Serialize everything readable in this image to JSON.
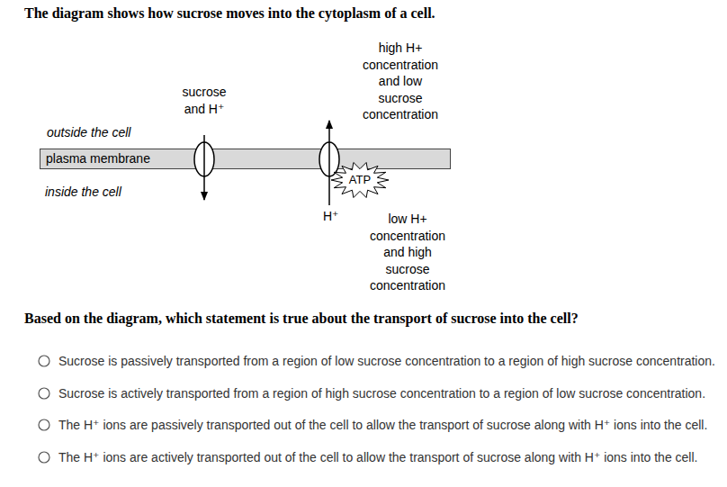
{
  "diagram": {
    "title": "The diagram shows how sucrose moves into the cytoplasm of a cell.",
    "nodes": [
      {
        "text": [
          "plasma membrane"
        ]
      },
      {
        "text": [
          "ATP"
        ]
      }
    ],
    "edges": [],
    "labels": [
      "sucrose and H⁺",
      "high H+ concentration and low sucrose concentration",
      "outside the cell",
      "inside the cell",
      "H⁺",
      "low H+ concentration and high sucrose concentration",
      "Based on the diagram, which statement is true about the transport of sucrose into the cell?",
      "Sucrose is passively transported from a region of low sucrose concentration to a region of high sucrose concentration.",
      "Sucrose is actively transported from a region of high sucrose concentration to a region of low sucrose concentration.",
      "The H⁺ ions are passively transported out of the cell to allow the transport of sucrose along with H⁺ ions into the cell.",
      "The H⁺ ions are actively transported out of the cell to allow the transport of sucrose along with H⁺ ions into the cell."
    ]
  }
}
